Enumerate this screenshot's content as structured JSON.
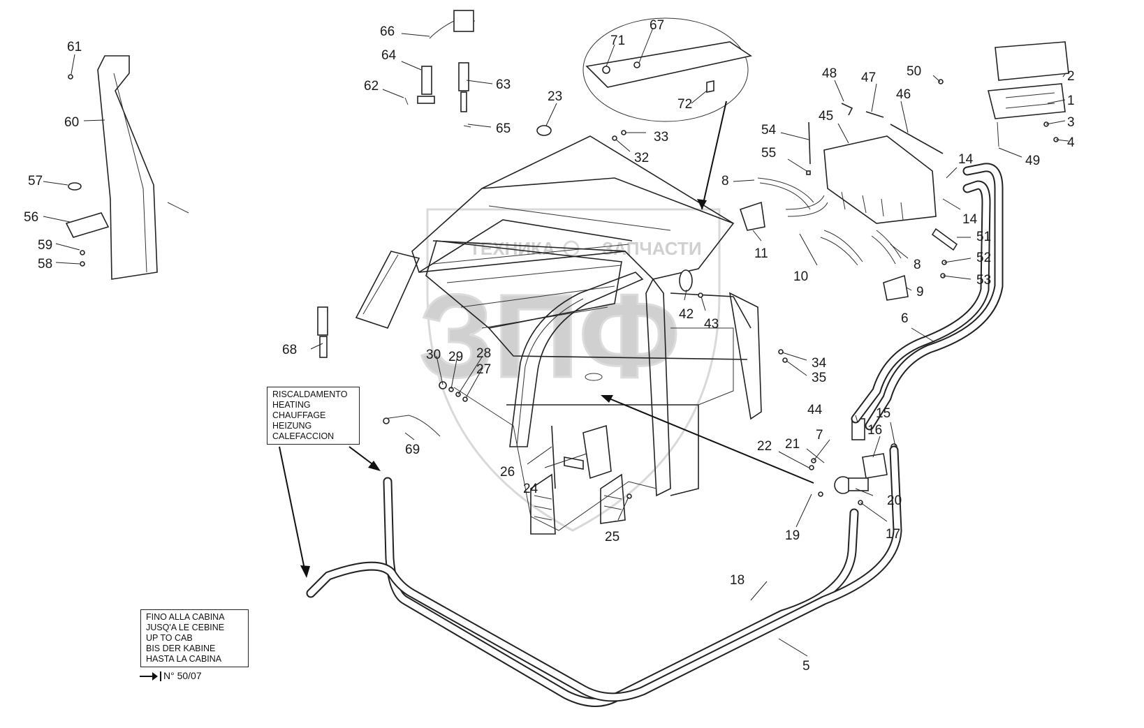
{
  "watermark": {
    "brand_left": "ТЕХНИКА",
    "brand_right": "ЗАПЧАСТИ",
    "monogram": "ЗПФ"
  },
  "notes": {
    "heating": [
      "RISCALDAMENTO",
      "HEATING",
      "CHAUFFAGE",
      "HEIZUNG",
      "CALEFACCION"
    ],
    "up_to_cab": [
      "FINO ALLA CABINA",
      "JUSQ'A LE CEBINE",
      "UP TO CAB",
      "BIS DER KABINE",
      "HASTA LA  CABINA"
    ],
    "serial_ref": "N° 50/07"
  },
  "callouts": [
    {
      "n": "1"
    },
    {
      "n": "2"
    },
    {
      "n": "3"
    },
    {
      "n": "4"
    },
    {
      "n": "5"
    },
    {
      "n": "6"
    },
    {
      "n": "7"
    },
    {
      "n": "8"
    },
    {
      "n": "8"
    },
    {
      "n": "9"
    },
    {
      "n": "10"
    },
    {
      "n": "11"
    },
    {
      "n": "14"
    },
    {
      "n": "14"
    },
    {
      "n": "15"
    },
    {
      "n": "16"
    },
    {
      "n": "17"
    },
    {
      "n": "18"
    },
    {
      "n": "19"
    },
    {
      "n": "20"
    },
    {
      "n": "21"
    },
    {
      "n": "22"
    },
    {
      "n": "23"
    },
    {
      "n": "24"
    },
    {
      "n": "25"
    },
    {
      "n": "26"
    },
    {
      "n": "27"
    },
    {
      "n": "28"
    },
    {
      "n": "29"
    },
    {
      "n": "30"
    },
    {
      "n": "32"
    },
    {
      "n": "33"
    },
    {
      "n": "34"
    },
    {
      "n": "35"
    },
    {
      "n": "42"
    },
    {
      "n": "43"
    },
    {
      "n": "44"
    },
    {
      "n": "45"
    },
    {
      "n": "46"
    },
    {
      "n": "47"
    },
    {
      "n": "48"
    },
    {
      "n": "49"
    },
    {
      "n": "50"
    },
    {
      "n": "51"
    },
    {
      "n": "52"
    },
    {
      "n": "53"
    },
    {
      "n": "54"
    },
    {
      "n": "55"
    },
    {
      "n": "56"
    },
    {
      "n": "57"
    },
    {
      "n": "58"
    },
    {
      "n": "59"
    },
    {
      "n": "60"
    },
    {
      "n": "61"
    },
    {
      "n": "62"
    },
    {
      "n": "63"
    },
    {
      "n": "64"
    },
    {
      "n": "65"
    },
    {
      "n": "66"
    },
    {
      "n": "67"
    },
    {
      "n": "68"
    },
    {
      "n": "69"
    },
    {
      "n": "71"
    },
    {
      "n": "72"
    }
  ]
}
